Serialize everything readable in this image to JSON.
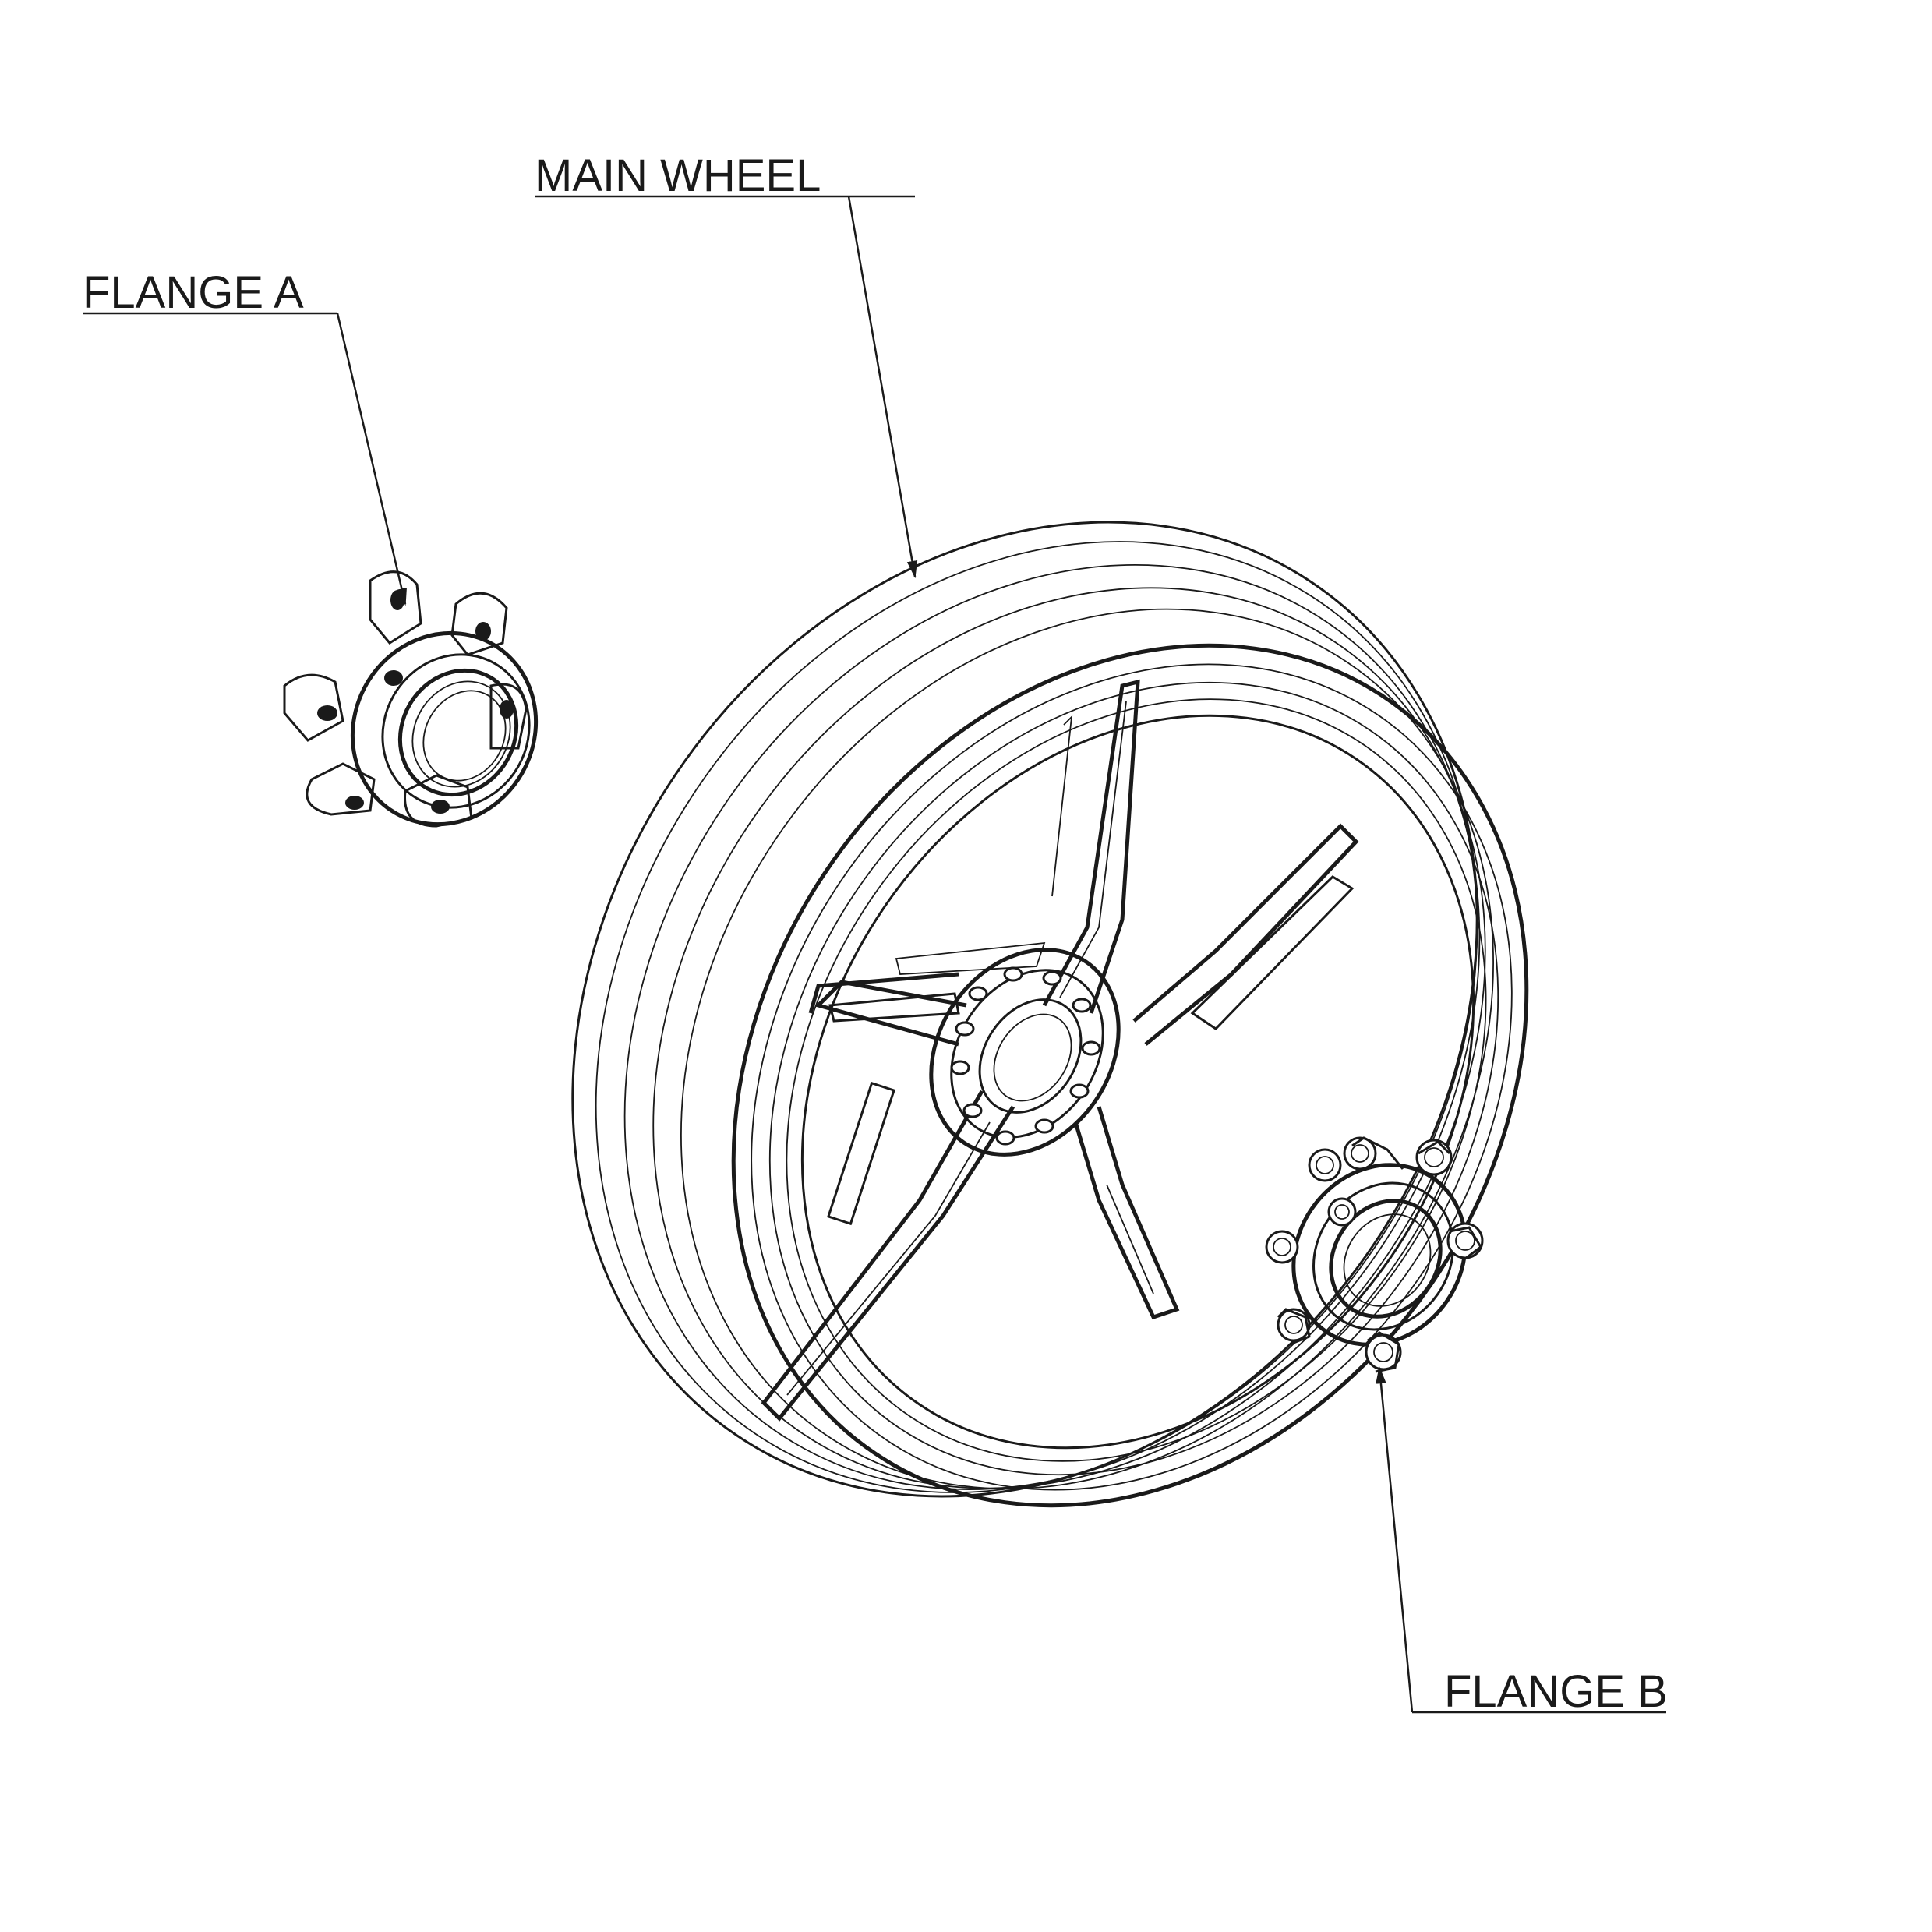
{
  "labels": {
    "main_wheel": "MAIN WHEEL",
    "flange_a": "FLANGE A",
    "flange_b": "FLANGE B"
  },
  "colors": {
    "line": "#1a1a1a",
    "background": "#ffffff"
  }
}
